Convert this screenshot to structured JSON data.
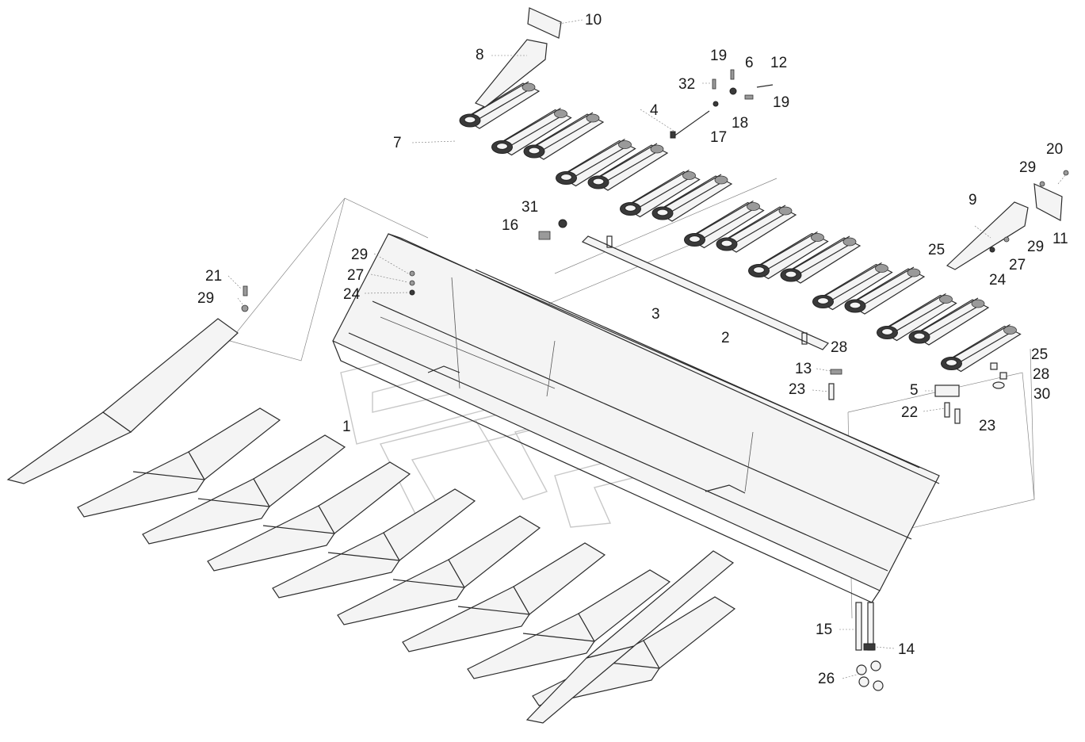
{
  "callouts": [
    {
      "id": "c10",
      "text": "10"
    },
    {
      "id": "c8",
      "text": "8"
    },
    {
      "id": "c19a",
      "text": "19"
    },
    {
      "id": "c6",
      "text": "6"
    },
    {
      "id": "c12",
      "text": "12"
    },
    {
      "id": "c32",
      "text": "32"
    },
    {
      "id": "c19b",
      "text": "19"
    },
    {
      "id": "c4",
      "text": "4"
    },
    {
      "id": "c18",
      "text": "18"
    },
    {
      "id": "c7",
      "text": "7"
    },
    {
      "id": "c17",
      "text": "17"
    },
    {
      "id": "c20",
      "text": "20"
    },
    {
      "id": "c29a",
      "text": "29"
    },
    {
      "id": "c9",
      "text": "9"
    },
    {
      "id": "c31",
      "text": "31"
    },
    {
      "id": "c16",
      "text": "16"
    },
    {
      "id": "c11",
      "text": "11"
    },
    {
      "id": "c25a",
      "text": "25"
    },
    {
      "id": "c29b",
      "text": "29"
    },
    {
      "id": "c29c",
      "text": "29"
    },
    {
      "id": "c27a",
      "text": "27"
    },
    {
      "id": "c27b",
      "text": "27"
    },
    {
      "id": "c21",
      "text": "21"
    },
    {
      "id": "c24a",
      "text": "24"
    },
    {
      "id": "c24b",
      "text": "24"
    },
    {
      "id": "c29d",
      "text": "29"
    },
    {
      "id": "c3",
      "text": "3"
    },
    {
      "id": "c2",
      "text": "2"
    },
    {
      "id": "c28a",
      "text": "28"
    },
    {
      "id": "c25b",
      "text": "25"
    },
    {
      "id": "c13",
      "text": "13"
    },
    {
      "id": "c28b",
      "text": "28"
    },
    {
      "id": "c23a",
      "text": "23"
    },
    {
      "id": "c5",
      "text": "5"
    },
    {
      "id": "c30",
      "text": "30"
    },
    {
      "id": "c22",
      "text": "22"
    },
    {
      "id": "c1",
      "text": "1"
    },
    {
      "id": "c23b",
      "text": "23"
    },
    {
      "id": "c15",
      "text": "15"
    },
    {
      "id": "c14",
      "text": "14"
    },
    {
      "id": "c26",
      "text": "26"
    }
  ]
}
